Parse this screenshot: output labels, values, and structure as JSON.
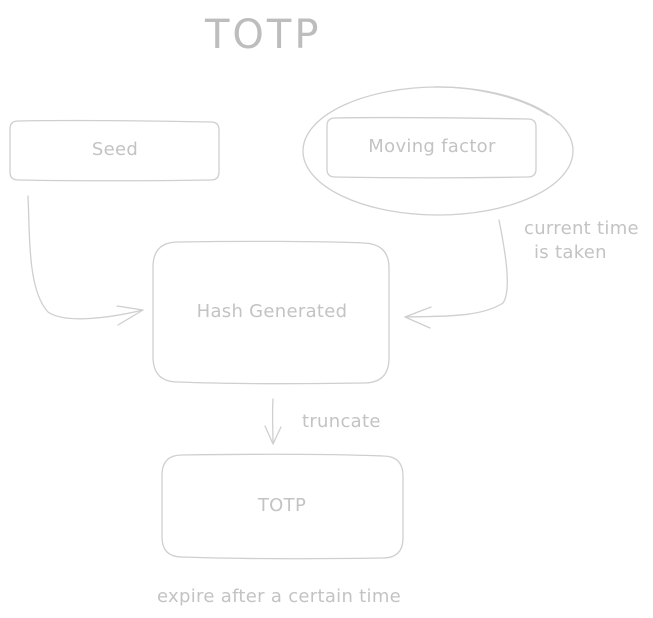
{
  "diagram": {
    "title": "TOTP",
    "nodes": {
      "seed": "Seed",
      "moving_factor": "Moving factor",
      "hash": "Hash Generated",
      "totp": "TOTP"
    },
    "annotations": {
      "current_time_line1": "current time",
      "current_time_line2": "is taken",
      "truncate": "truncate",
      "expire": "expire after a certain time"
    },
    "colors": {
      "stroke": "#cfcfcf",
      "text": "#c3c3c3"
    }
  }
}
